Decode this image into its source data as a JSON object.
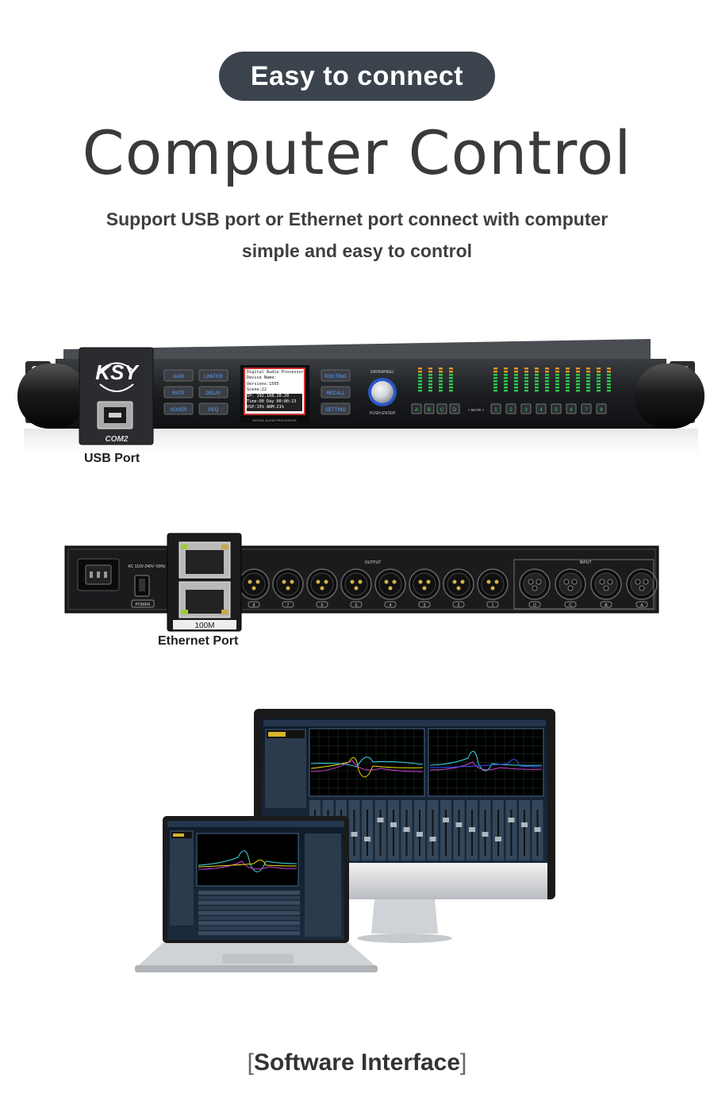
{
  "header": {
    "badge": "Easy to connect",
    "title": "Computer Control",
    "subtitle_line1": "Support USB port  or Ethernet port connect with computer",
    "subtitle_line2": "simple and easy to control"
  },
  "front_panel": {
    "logo": "KSY",
    "usb_label": "COM2",
    "usb_caption": "USB Port",
    "left_buttons": [
      "GAIN",
      "LIMITER",
      "RATE",
      "DELAY",
      "XOVER",
      "PEQ"
    ],
    "right_buttons": [
      "ROUTING",
      "RECALL",
      "SETTING"
    ],
    "lcd_lines": [
      "Digital Audio Processor",
      "Device Name:",
      "Versions:1505",
      "Scene:22",
      "IP: 192.168.20.20",
      "Time:00 Day 00:00:23",
      "DSP:15%      ARM:21%"
    ],
    "lcd_footer": "DIGITAL AUDIO PROCESSOR",
    "knob_label_top": "DATAWHEEL",
    "knob_label_bottom": "PUSH ENTER",
    "input_mute_labels": [
      "A",
      "B",
      "C",
      "D"
    ],
    "output_mute_labels": [
      "1",
      "2",
      "3",
      "4",
      "5",
      "6",
      "7",
      "8"
    ],
    "mute_label": "< MUTE >"
  },
  "rear_panel": {
    "power_label": "POWER",
    "ac_label": "AC 110V-240V~50Hz",
    "output_label": "OUTPUT",
    "input_label": "INPUT",
    "output_numbers": [
      "8",
      "7",
      "6",
      "5",
      "4",
      "3",
      "2",
      "1"
    ],
    "input_letters": [
      "D",
      "C",
      "B",
      "A"
    ],
    "ethernet_speed": "100M",
    "ethernet_caption": "Ethernet Port"
  },
  "software": {
    "caption_open": "[",
    "caption": "Software Interface",
    "caption_close": "]"
  },
  "colors": {
    "badge_bg": "#3b444d",
    "panel": "#1d1f22",
    "lcd_border": "#cc3333",
    "knob": "#2a56c9",
    "led_green": "#2ec94a",
    "led_orange": "#f29a1e"
  }
}
